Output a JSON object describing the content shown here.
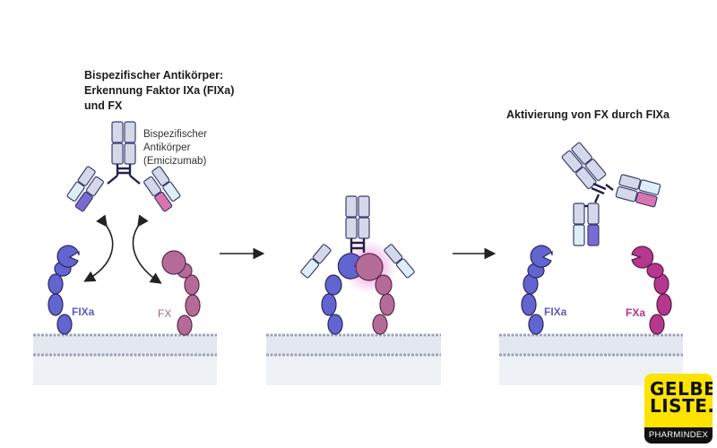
{
  "panel1": {
    "title": "Bispezifischer Antikörper:\nErkennung Faktor IXa (FIXa)\nund FX",
    "antibody_label": "Bispezifischer\nAntikörper\n(Emicizumab)",
    "label_fixa": "FIXa",
    "label_fx": "FX"
  },
  "panel3": {
    "title": "Aktivierung von FX durch FIXa",
    "label_fixa": "FIXa",
    "label_fxa": "FXa"
  },
  "logo": {
    "line1": "GELBE",
    "line2": "LISTE.",
    "subtitle": "PHARMINDEX"
  },
  "colors": {
    "fixa": "#6264cf",
    "fx": "#b56b98",
    "fxa": "#b3388e",
    "antibody_heavy": "#d5d8e8",
    "antibody_light": "#dceef7",
    "outline": "#2d2a55",
    "logo_yellow": "#fce300"
  }
}
